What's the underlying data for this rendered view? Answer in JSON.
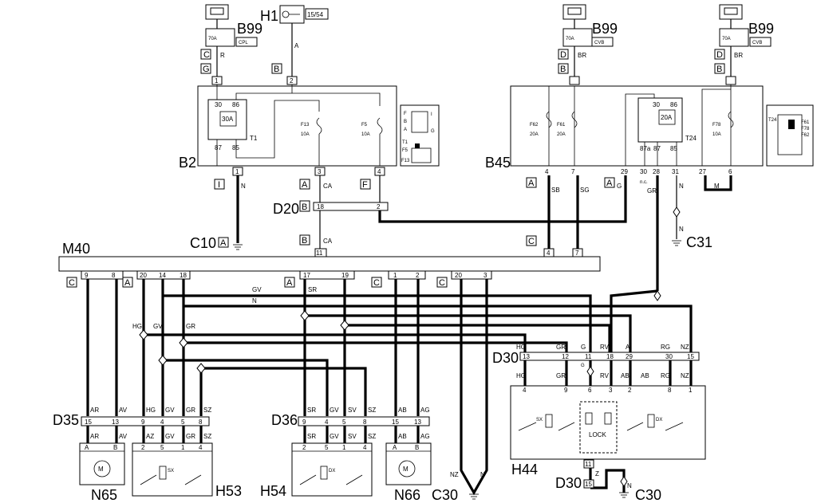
{
  "components": {
    "b99_1": {
      "ref": "B99",
      "fuse": "70A",
      "tag": "CPL"
    },
    "h1": {
      "ref": "H1",
      "tag": "15/54"
    },
    "b99_2": {
      "ref": "B99",
      "fuse": "70A",
      "tag": "CVB"
    },
    "b99_3": {
      "ref": "B99",
      "fuse": "70A",
      "tag": "CVB"
    },
    "b2": {
      "ref": "B2",
      "relay": "T1",
      "relay_fuse": "30A",
      "relay_pins": [
        "30",
        "86",
        "87",
        "85"
      ],
      "fuses": [
        {
          "ref": "F13",
          "rating": "10A"
        },
        {
          "ref": "F5",
          "rating": "10A"
        }
      ],
      "pins_top": [
        "1",
        "2"
      ],
      "pins_bottom": [
        "1",
        "3",
        "4"
      ]
    },
    "b45": {
      "ref": "B45",
      "relay": "T24",
      "relay_fuse": "20A",
      "relay_pins": [
        "30",
        "86",
        "87a",
        "87",
        "85"
      ],
      "fuses": [
        {
          "ref": "F62",
          "rating": "20A"
        },
        {
          "ref": "F61",
          "rating": "20A"
        },
        {
          "ref": "F78",
          "rating": "10A"
        }
      ],
      "pins_bottom": [
        "4",
        "7",
        "29",
        "30",
        "28",
        "31",
        "27",
        "6"
      ],
      "nc_label": "n.c."
    },
    "b2_inset": {
      "labels": [
        "F",
        "B",
        "A",
        "T1",
        "F5",
        "F13",
        "I",
        "G"
      ]
    },
    "b45_inset": {
      "labels": [
        "T24",
        "F61",
        "F78",
        "F62"
      ]
    },
    "c10": {
      "ref": "C10",
      "conn": "A"
    },
    "c31": {
      "ref": "C31"
    },
    "d20": {
      "ref": "D20",
      "conn": "B",
      "pins": [
        "18",
        "2"
      ]
    },
    "m40": {
      "ref": "M40"
    },
    "d30_top": {
      "ref": "D30"
    },
    "d30_bot": {
      "ref": "D30"
    },
    "d35": {
      "ref": "D35"
    },
    "d36": {
      "ref": "D36"
    },
    "n65": {
      "ref": "N65"
    },
    "n66": {
      "ref": "N66"
    },
    "h53": {
      "ref": "H53",
      "tag": "SX"
    },
    "h54": {
      "ref": "H54",
      "tag": "DX"
    },
    "h44": {
      "ref": "H44",
      "sx": "SX",
      "dx": "DX",
      "lock": "LOCK"
    },
    "c30_1": {
      "ref": "C30"
    },
    "c30_2": {
      "ref": "C30"
    }
  },
  "connector_letters": {
    "b99_1": [
      "C",
      "G"
    ],
    "h1": [
      "B"
    ],
    "b99_2": [
      "D",
      "B"
    ],
    "b99_3": [
      "D",
      "B"
    ],
    "b2_i": "I",
    "b2_a": "A",
    "b2_f": "F",
    "c10_b": "B",
    "b45_a1": "A",
    "b45_a2": "A",
    "m40_c": "C",
    "m40_c1": "C",
    "m40_a1": "A",
    "m40_a2": "A",
    "m40_c2": "C",
    "m40_c3": "C"
  },
  "wire_colors": {
    "b99_1": "R",
    "h1": "A",
    "b99_2": "BR",
    "b99_3": "BR",
    "b2_1": "N",
    "b2_3": "CA",
    "c10": "CA",
    "b45_4": "SB",
    "b45_7": "SG",
    "b45_29": "G",
    "b45_28": "GR",
    "b45_31": "N",
    "b45_27": "M",
    "c31": "N",
    "gv_bus": "GV",
    "n_bus": "N",
    "d30_top": [
      "HG",
      "GR",
      "G",
      "RV",
      "A",
      "RG",
      "NZ"
    ],
    "d30_g": "G",
    "h44_in": [
      "HG",
      "GR",
      "RV",
      "AB",
      "AB",
      "RG",
      "NZ"
    ],
    "d30_bot": "Z",
    "c30_2": "N",
    "d35_top": [
      "AR",
      "AV",
      "HG",
      "GV",
      "GR",
      "SZ"
    ],
    "d35_bot": [
      "AR",
      "AV",
      "AZ",
      "GV",
      "GR",
      "SZ"
    ],
    "d36_top": [
      "SR",
      "GV",
      "SV",
      "SZ",
      "AB",
      "AG"
    ],
    "d36_bot": [
      "SR",
      "GV",
      "SV",
      "SZ",
      "AB",
      "AG"
    ],
    "c30_1": [
      "NZ",
      "N"
    ],
    "m40_mid": [
      "HG",
      "GV",
      "GR",
      "SR"
    ]
  },
  "pins": {
    "m40_top": [
      "4",
      "7"
    ],
    "m40_bot": [
      "11",
      "9",
      "8",
      "20",
      "14",
      "18",
      "17",
      "19",
      "1",
      "2",
      "20",
      "3"
    ],
    "d30_top": [
      "13",
      "12",
      "11",
      "18",
      "29",
      "30",
      "15"
    ],
    "h44_top": [
      "4",
      "9",
      "6",
      "3",
      "2",
      "8",
      "1"
    ],
    "d30_bot": [
      "11",
      "15"
    ],
    "d35": [
      "15",
      "13",
      "9",
      "4",
      "5",
      "8"
    ],
    "d36": [
      "9",
      "4",
      "5",
      "8",
      "15",
      "13"
    ],
    "n65": [
      "A",
      "B"
    ],
    "n66": [
      "A",
      "B"
    ],
    "h53": [
      "2",
      "5",
      "1",
      "4"
    ],
    "h54": [
      "2",
      "5",
      "1",
      "4"
    ]
  }
}
